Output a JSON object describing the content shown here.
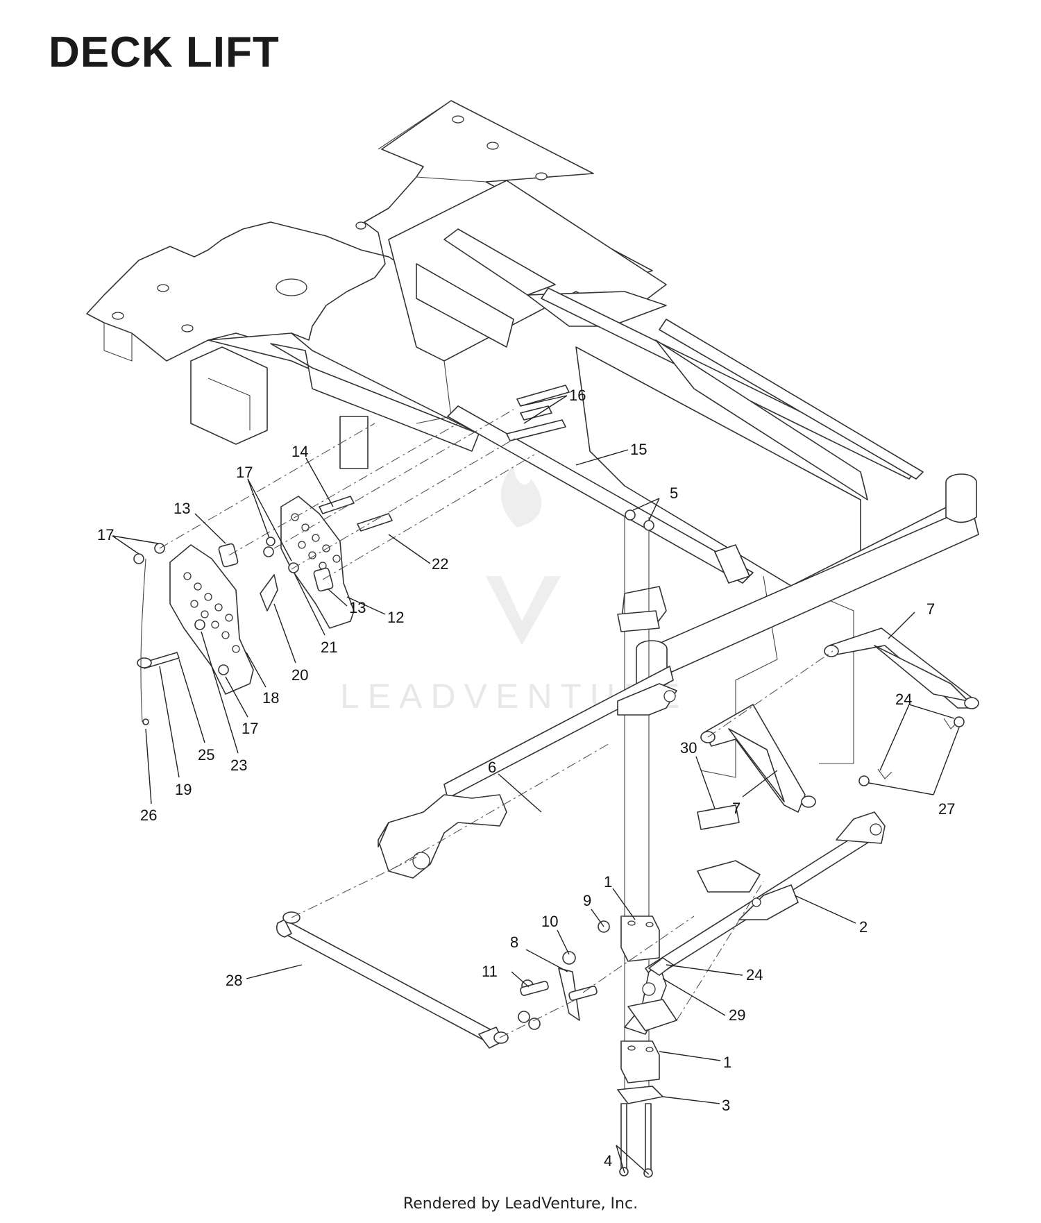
{
  "title": "DECK LIFT",
  "footer": "Rendered by LeadVenture, Inc.",
  "watermark": {
    "text": "LEADVENTURE",
    "color": "#e6e6e6"
  },
  "callouts": [
    {
      "id": "c1a",
      "label": "1"
    },
    {
      "id": "c1b",
      "label": "1"
    },
    {
      "id": "c2",
      "label": "2"
    },
    {
      "id": "c3",
      "label": "3"
    },
    {
      "id": "c4",
      "label": "4"
    },
    {
      "id": "c5",
      "label": "5"
    },
    {
      "id": "c6",
      "label": "6"
    },
    {
      "id": "c7a",
      "label": "7"
    },
    {
      "id": "c7b",
      "label": "7"
    },
    {
      "id": "c8",
      "label": "8"
    },
    {
      "id": "c9",
      "label": "9"
    },
    {
      "id": "c10",
      "label": "10"
    },
    {
      "id": "c11",
      "label": "11"
    },
    {
      "id": "c12",
      "label": "12"
    },
    {
      "id": "c13a",
      "label": "13"
    },
    {
      "id": "c13b",
      "label": "13"
    },
    {
      "id": "c14",
      "label": "14"
    },
    {
      "id": "c15",
      "label": "15"
    },
    {
      "id": "c16",
      "label": "16"
    },
    {
      "id": "c17a",
      "label": "17"
    },
    {
      "id": "c17b",
      "label": "17"
    },
    {
      "id": "c17c",
      "label": "17"
    },
    {
      "id": "c18",
      "label": "18"
    },
    {
      "id": "c19",
      "label": "19"
    },
    {
      "id": "c20",
      "label": "20"
    },
    {
      "id": "c21",
      "label": "21"
    },
    {
      "id": "c22",
      "label": "22"
    },
    {
      "id": "c23",
      "label": "23"
    },
    {
      "id": "c24a",
      "label": "24"
    },
    {
      "id": "c24b",
      "label": "24"
    },
    {
      "id": "c25",
      "label": "25"
    },
    {
      "id": "c26",
      "label": "26"
    },
    {
      "id": "c27",
      "label": "27"
    },
    {
      "id": "c28",
      "label": "28"
    },
    {
      "id": "c29",
      "label": "29"
    },
    {
      "id": "c30",
      "label": "30"
    }
  ]
}
